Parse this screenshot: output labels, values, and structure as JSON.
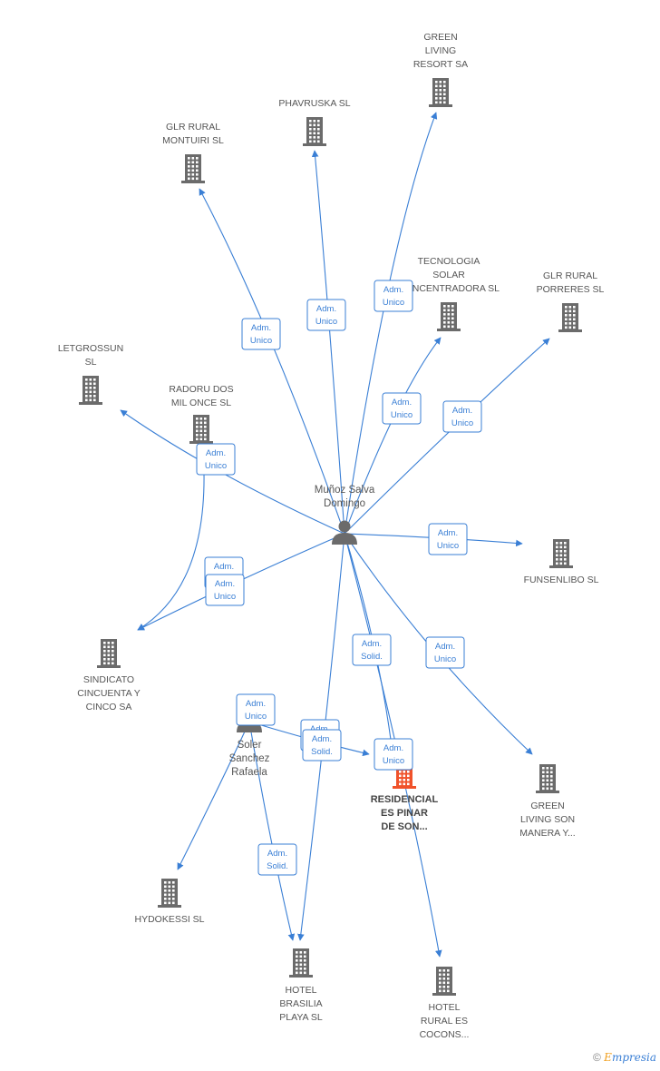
{
  "nodes": [
    {
      "id": "green_living_resort",
      "type": "company",
      "label": [
        "GREEN",
        "LIVING",
        "RESORT SA"
      ]
    },
    {
      "id": "phavruska",
      "type": "company",
      "label": [
        "PHAVRUSKA SL"
      ]
    },
    {
      "id": "glr_rural_montuiri",
      "type": "company",
      "label": [
        "GLR RURAL",
        "MONTUIRI SL"
      ]
    },
    {
      "id": "tecnologia_solar",
      "type": "company",
      "label": [
        "TECNOLOGIA",
        "SOLAR",
        "CONCENTRADORA SL"
      ]
    },
    {
      "id": "glr_rural_porreres",
      "type": "company",
      "label": [
        "GLR RURAL",
        "PORRERES SL"
      ]
    },
    {
      "id": "letgrossun",
      "type": "company",
      "label": [
        "LETGROSSUN",
        "SL"
      ]
    },
    {
      "id": "radoru",
      "type": "company",
      "label": [
        "RADORU DOS",
        "MIL ONCE SL"
      ]
    },
    {
      "id": "munoz",
      "type": "person",
      "label": [
        "Muñoz Salva",
        "Domingo"
      ]
    },
    {
      "id": "funsenlibo",
      "type": "company",
      "label": [
        "FUNSENLIBO SL"
      ]
    },
    {
      "id": "sindicato",
      "type": "company",
      "label": [
        "SINDICATO",
        "CINCUENTA Y",
        "CINCO SA"
      ]
    },
    {
      "id": "soler",
      "type": "person",
      "label": [
        "Soler",
        "Sanchez",
        "Rafaela"
      ]
    },
    {
      "id": "residencial",
      "type": "company",
      "focus": true,
      "label": [
        "RESIDENCIAL",
        "ES PINAR",
        "DE SON..."
      ]
    },
    {
      "id": "green_living_son_manera",
      "type": "company",
      "label": [
        "GREEN",
        "LIVING SON",
        "MANERA Y..."
      ]
    },
    {
      "id": "hydokessi",
      "type": "company",
      "label": [
        "HYDOKESSI SL"
      ]
    },
    {
      "id": "hotel_brasilia",
      "type": "company",
      "label": [
        "HOTEL",
        "BRASILIA",
        "PLAYA SL"
      ]
    },
    {
      "id": "hotel_rural",
      "type": "company",
      "label": [
        "HOTEL",
        "RURAL ES",
        "COCONS..."
      ]
    }
  ],
  "edges": [
    {
      "from": "munoz",
      "to": "green_living_resort",
      "label": [
        "Adm.",
        "Unico"
      ]
    },
    {
      "from": "munoz",
      "to": "phavruska",
      "label": [
        "Adm.",
        "Unico"
      ]
    },
    {
      "from": "munoz",
      "to": "glr_rural_montuiri",
      "label": [
        "Adm.",
        "Unico"
      ]
    },
    {
      "from": "munoz",
      "to": "tecnologia_solar",
      "label": [
        "Adm.",
        "Unico"
      ]
    },
    {
      "from": "munoz",
      "to": "glr_rural_porreres",
      "label": [
        "Adm.",
        "Unico"
      ]
    },
    {
      "from": "munoz",
      "to": "letgrossun",
      "label": [
        "Adm.",
        "Unico"
      ]
    },
    {
      "from": "munoz",
      "to": "funsenlibo",
      "label": [
        "Adm.",
        "Unico"
      ]
    },
    {
      "from": "munoz",
      "to": "sindicato",
      "label": [
        "Adm.",
        "Unico"
      ]
    },
    {
      "from": "munoz",
      "to": "green_living_son_manera",
      "label": [
        "Adm.",
        "Unico"
      ]
    },
    {
      "from": "munoz",
      "to": "residencial",
      "label": [
        "Adm.",
        "Solid."
      ]
    },
    {
      "from": "munoz",
      "to": "hotel_rural",
      "label": [
        "Adm.",
        "Unico"
      ]
    },
    {
      "from": "munoz",
      "to": "hotel_brasilia",
      "label": [
        "Adm.",
        "Solid."
      ]
    },
    {
      "from": "radoru",
      "to": "sindicato",
      "label": [
        "Adm.",
        "Unico"
      ]
    },
    {
      "from": "soler",
      "to": "hydokessi",
      "label": [
        "Adm.",
        "Unico"
      ]
    },
    {
      "from": "soler",
      "to": "hotel_brasilia",
      "label": [
        "Adm.",
        "Solid."
      ]
    },
    {
      "from": "soler",
      "to": "residencial",
      "label": [
        "Adm.",
        "Solid."
      ]
    }
  ],
  "colors": {
    "edge": "#3a7fd5",
    "company_icon": "#6b6b6b",
    "focus_icon": "#f0522a",
    "person_icon": "#6b6b6b",
    "label_text": "#555555"
  },
  "footer": {
    "copyright": "©",
    "brand_initial": "E",
    "brand_rest": "mpresia"
  }
}
